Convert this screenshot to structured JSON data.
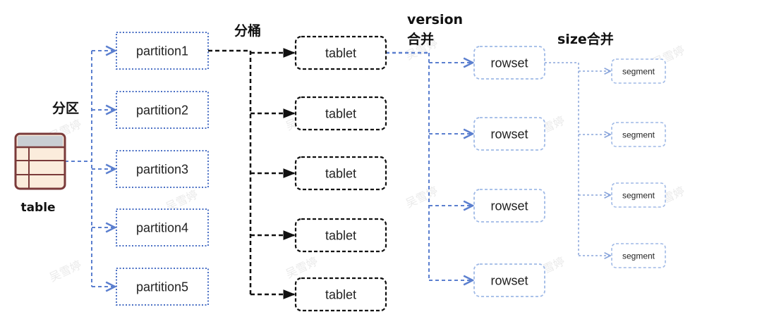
{
  "source": {
    "label": "table"
  },
  "stage_labels": {
    "partition": "分区",
    "bucket": "分桶",
    "version_merge_line1": "version",
    "version_merge_line2": "合并",
    "size_merge": "size合并"
  },
  "partitions": [
    "partition1",
    "partition2",
    "partition3",
    "partition4",
    "partition5"
  ],
  "tablets": [
    "tablet",
    "tablet",
    "tablet",
    "tablet",
    "tablet"
  ],
  "rowsets": [
    "rowset",
    "rowset",
    "rowset",
    "rowset"
  ],
  "segments": [
    "segment",
    "segment",
    "segment",
    "segment"
  ],
  "watermark_text": "吴雪婷",
  "colors": {
    "blue_line": "#5b7fcf",
    "blue_box": "#4a6fc4",
    "light_blue_box": "#9fb9e6",
    "black_line": "#111111",
    "table_outline": "#7a3a3a",
    "table_header": "#c9ced3",
    "table_body": "#fbecdc"
  }
}
